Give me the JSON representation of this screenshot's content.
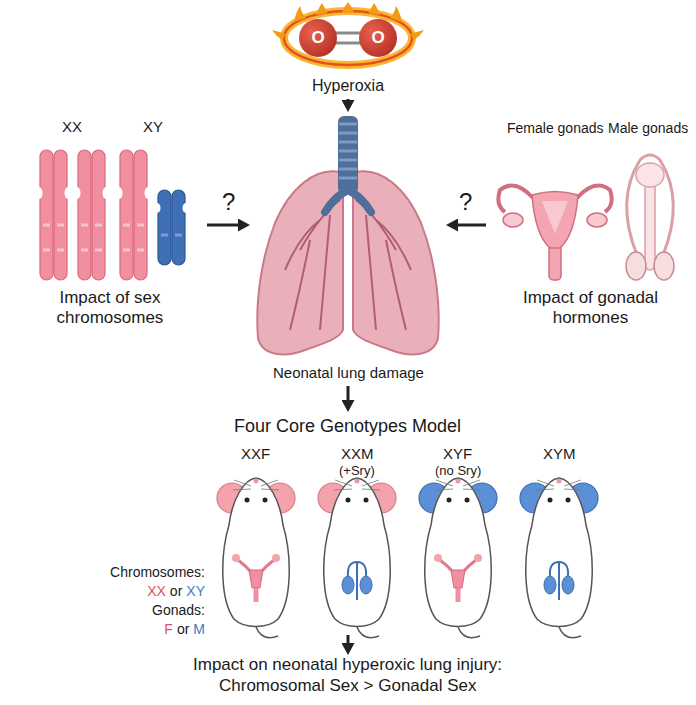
{
  "diagram": {
    "nodes": [
      {
        "text": [
          "Hyperoxia"
        ]
      },
      {
        "text": [
          "O"
        ],
        "in": 0
      },
      {
        "text": [
          "O"
        ],
        "in": 0
      },
      {
        "text": [
          "XX",
          "XY",
          "Impact of sex chromosomes"
        ]
      },
      {
        "text": [
          "Neonatal lung damage"
        ]
      },
      {
        "text": [
          "Female gonads",
          "Male gonads",
          "Impact of gonadal hormones"
        ]
      },
      {
        "text": [
          "Four Core Genotypes Model"
        ]
      },
      {
        "text": [
          "XXF"
        ],
        "in": 6
      },
      {
        "text": [
          "XXM",
          "(+Sry)"
        ],
        "in": 6
      },
      {
        "text": [
          "XYF",
          "(no Sry)"
        ],
        "in": 6
      },
      {
        "text": [
          "XYM"
        ],
        "in": 6
      },
      {
        "text": [
          "Impact on neonatal hyperoxic lung injury:",
          "Chromosomal Sex > Gonadal Sex"
        ]
      }
    ],
    "edges": [
      {
        "from": 0,
        "to": 4,
        "arrow": "to"
      },
      {
        "from": 3,
        "to": 4,
        "label": "?",
        "arrow": "to"
      },
      {
        "from": 5,
        "to": 4,
        "label": "?",
        "arrow": "to"
      },
      {
        "from": 4,
        "to": 6,
        "arrow": "to"
      },
      {
        "from": 6,
        "to": 11,
        "arrow": "to"
      }
    ],
    "labels": [
      "Chromosomes:",
      "XX",
      "or",
      "XY",
      "Gonads:",
      "F",
      "or",
      "M"
    ]
  }
}
